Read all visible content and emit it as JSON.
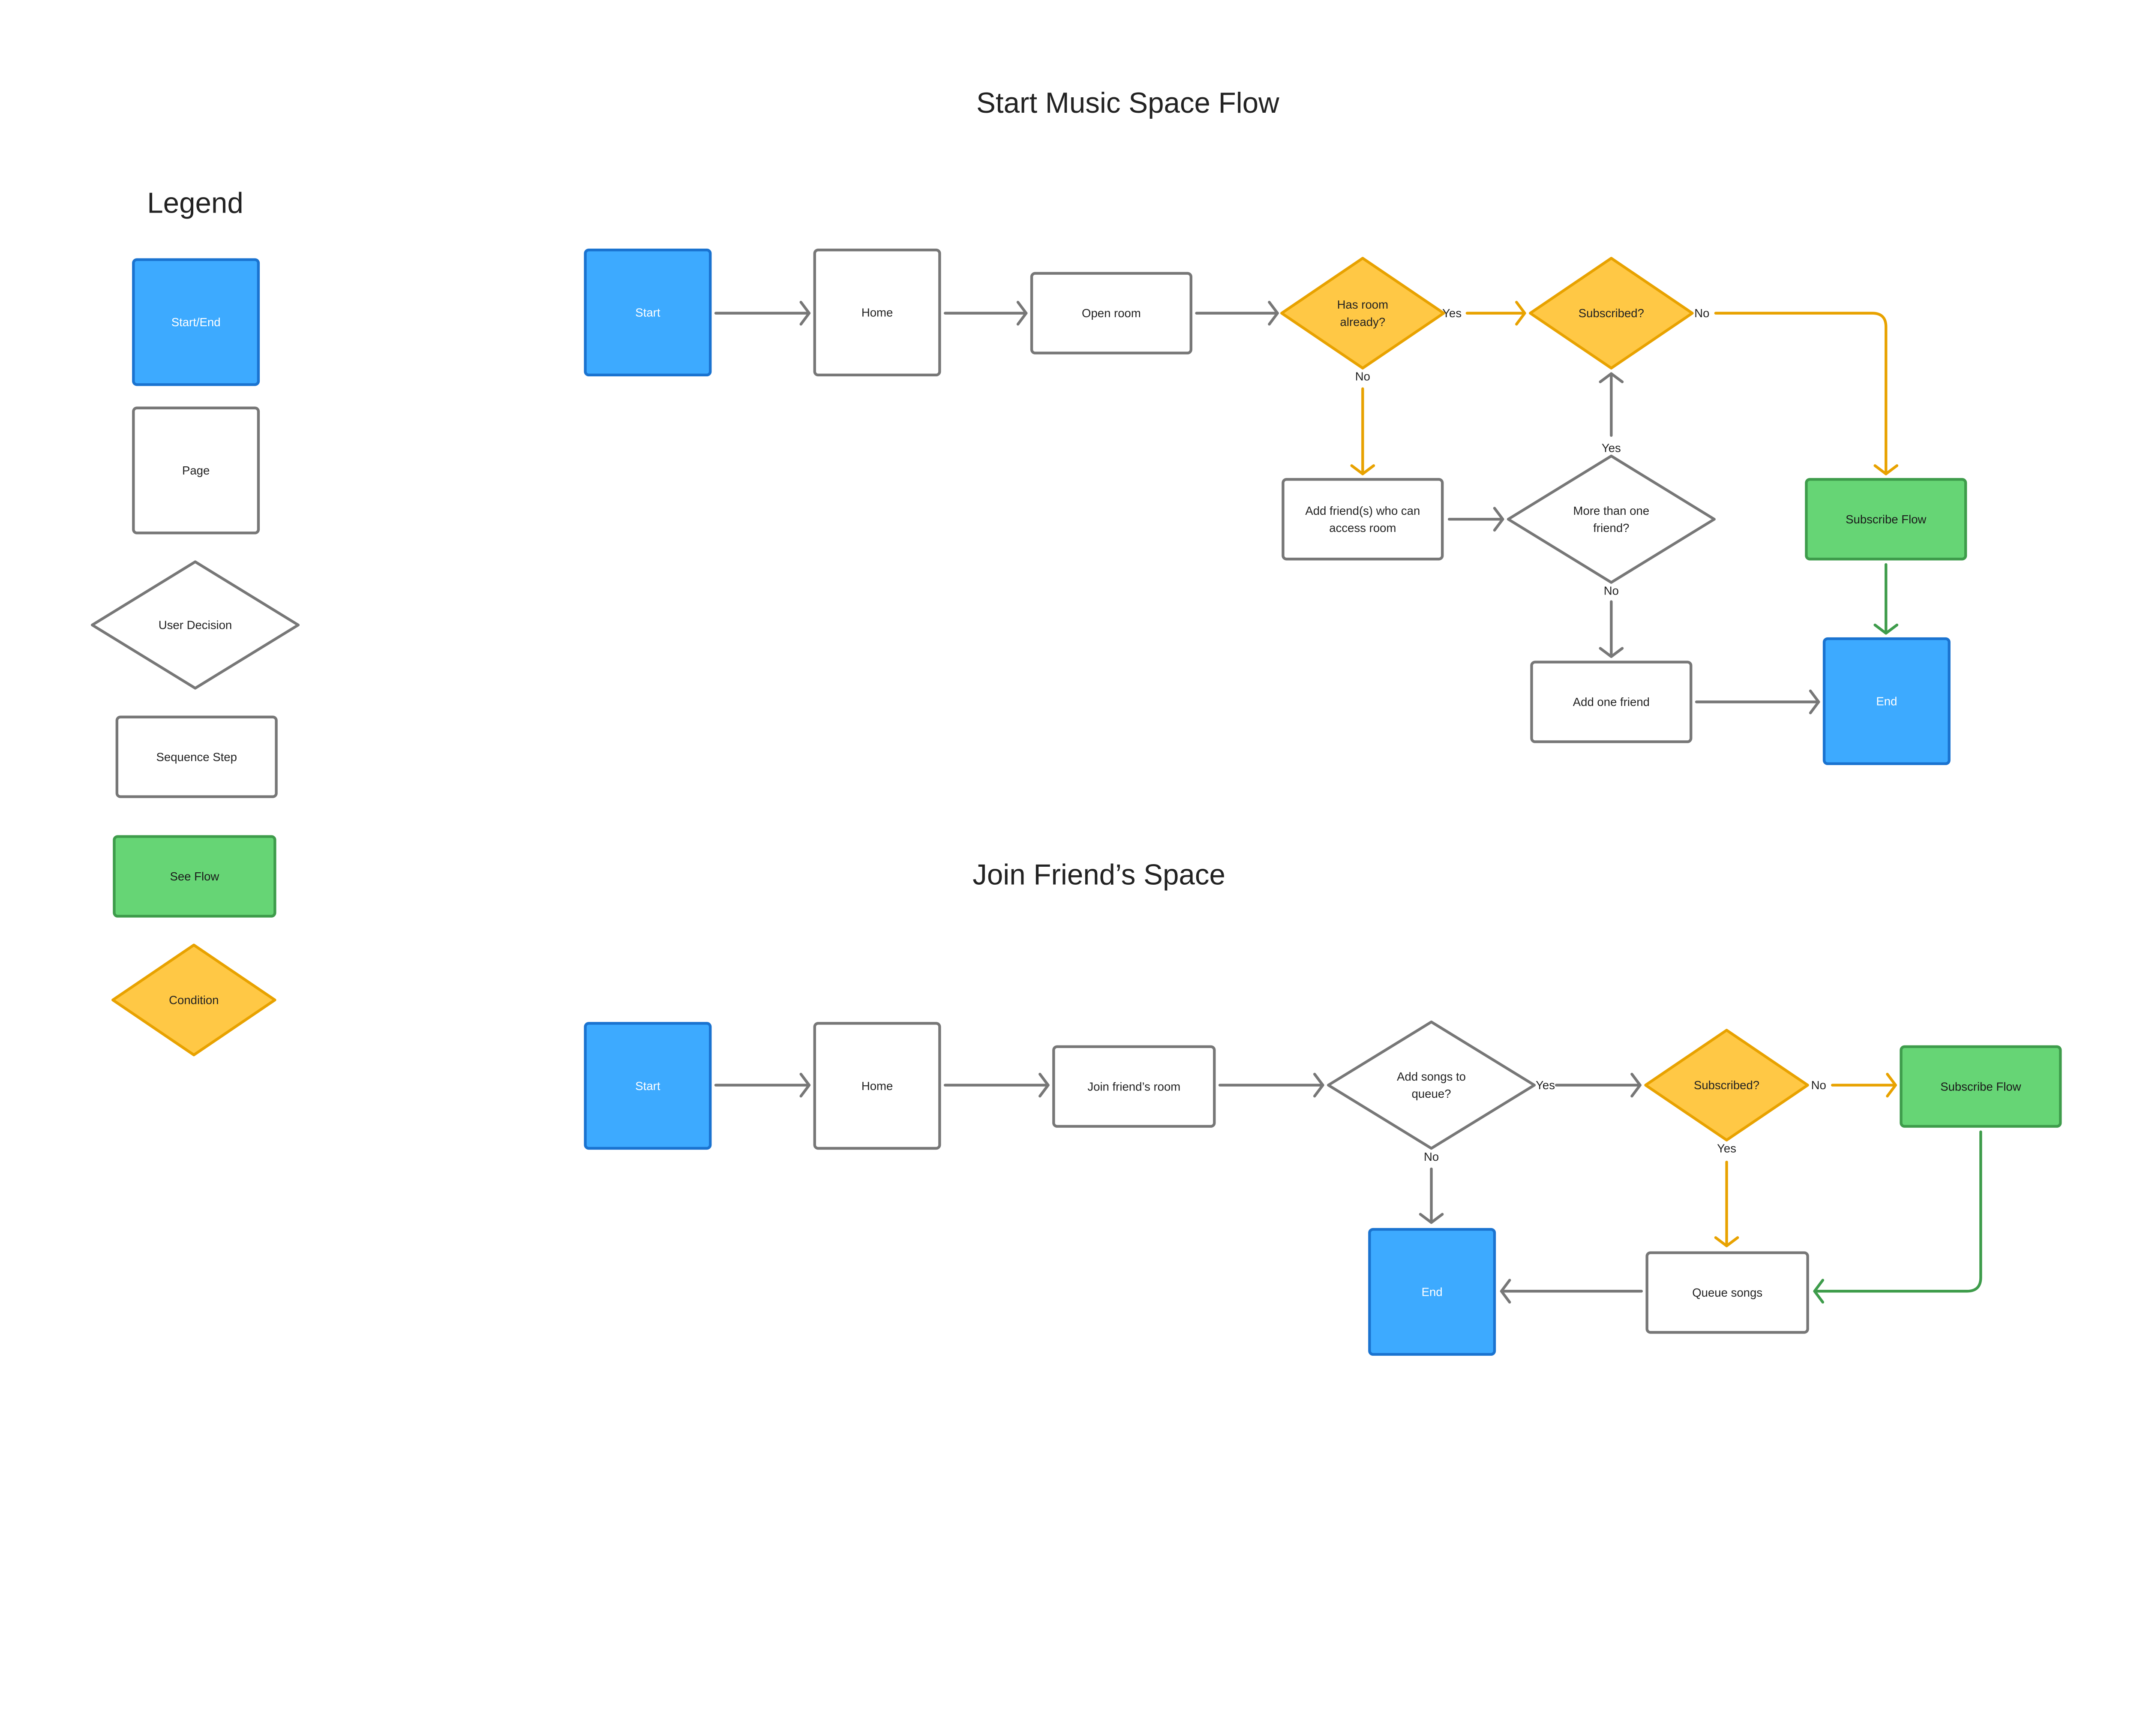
{
  "colors": {
    "start_end_fill": "#3DAAFF",
    "start_end_stroke": "#1A73D0",
    "page_fill": "#FFFFFF",
    "page_stroke": "#777777",
    "condition_fill": "#FFC845",
    "condition_stroke": "#E8A200",
    "flow_fill": "#66D575",
    "flow_stroke": "#3E9C4B",
    "edge_gray": "#777777",
    "edge_yellow": "#E8A200",
    "edge_green": "#3E9C4B"
  },
  "legend": {
    "title": "Legend",
    "items": [
      {
        "id": "lg_start",
        "kind": "start_end",
        "lines": [
          "Start/End"
        ]
      },
      {
        "id": "lg_page",
        "kind": "page",
        "lines": [
          "Page"
        ]
      },
      {
        "id": "lg_decision",
        "kind": "decision",
        "lines": [
          "User Decision"
        ]
      },
      {
        "id": "lg_step",
        "kind": "page",
        "lines": [
          "Sequence Step"
        ]
      },
      {
        "id": "lg_flow",
        "kind": "flow",
        "lines": [
          "See Flow"
        ]
      },
      {
        "id": "lg_cond",
        "kind": "condition",
        "lines": [
          "Condition"
        ]
      }
    ]
  },
  "flows": [
    {
      "title": "Start Music Space Flow",
      "nodes": [
        {
          "id": "f1_start",
          "kind": "start_end",
          "lines": [
            "Start"
          ]
        },
        {
          "id": "f1_home",
          "kind": "page",
          "lines": [
            "Home"
          ]
        },
        {
          "id": "f1_open",
          "kind": "page",
          "lines": [
            "Open room"
          ]
        },
        {
          "id": "f1_hasroom",
          "kind": "condition",
          "lines": [
            "Has room",
            "already?"
          ]
        },
        {
          "id": "f1_sub",
          "kind": "condition",
          "lines": [
            "Subscribed?"
          ]
        },
        {
          "id": "f1_addfriends",
          "kind": "page",
          "lines": [
            "Add friend(s) who can",
            "access room"
          ]
        },
        {
          "id": "f1_more",
          "kind": "decision",
          "lines": [
            "More than one",
            "friend?"
          ]
        },
        {
          "id": "f1_subflow",
          "kind": "flow",
          "lines": [
            "Subscribe Flow"
          ]
        },
        {
          "id": "f1_addone",
          "kind": "page",
          "lines": [
            "Add one friend"
          ]
        },
        {
          "id": "f1_end",
          "kind": "start_end",
          "lines": [
            "End"
          ]
        }
      ],
      "edges": [
        {
          "id": "f1_e1",
          "color": "gray",
          "label": ""
        },
        {
          "id": "f1_e2",
          "color": "gray",
          "label": ""
        },
        {
          "id": "f1_e3",
          "color": "gray",
          "label": ""
        },
        {
          "id": "f1_e4",
          "color": "yellow",
          "label": "Yes"
        },
        {
          "id": "f1_e5",
          "color": "yellow",
          "label": "No"
        },
        {
          "id": "f1_e6",
          "color": "yellow",
          "label": "No"
        },
        {
          "id": "f1_e7",
          "color": "gray",
          "label": ""
        },
        {
          "id": "f1_e8",
          "color": "gray",
          "label": "Yes"
        },
        {
          "id": "f1_e9",
          "color": "gray",
          "label": "No"
        },
        {
          "id": "f1_e10",
          "color": "gray",
          "label": ""
        },
        {
          "id": "f1_e11",
          "color": "green",
          "label": ""
        }
      ]
    },
    {
      "title": "Join Friend’s Space",
      "nodes": [
        {
          "id": "f2_start",
          "kind": "start_end",
          "lines": [
            "Start"
          ]
        },
        {
          "id": "f2_home",
          "kind": "page",
          "lines": [
            "Home"
          ]
        },
        {
          "id": "f2_join",
          "kind": "page",
          "lines": [
            "Join friend’s room"
          ]
        },
        {
          "id": "f2_addsongs",
          "kind": "decision",
          "lines": [
            "Add songs to",
            "queue?"
          ]
        },
        {
          "id": "f2_sub",
          "kind": "condition",
          "lines": [
            "Subscribed?"
          ]
        },
        {
          "id": "f2_subflow",
          "kind": "flow",
          "lines": [
            "Subscribe Flow"
          ]
        },
        {
          "id": "f2_end",
          "kind": "start_end",
          "lines": [
            "End"
          ]
        },
        {
          "id": "f2_queue",
          "kind": "page",
          "lines": [
            "Queue songs"
          ]
        }
      ],
      "edges": [
        {
          "id": "f2_e1",
          "color": "gray",
          "label": ""
        },
        {
          "id": "f2_e2",
          "color": "gray",
          "label": ""
        },
        {
          "id": "f2_e3",
          "color": "gray",
          "label": ""
        },
        {
          "id": "f2_e4",
          "color": "gray",
          "label": "Yes"
        },
        {
          "id": "f2_e5",
          "color": "yellow",
          "label": "No"
        },
        {
          "id": "f2_e6",
          "color": "yellow",
          "label": "Yes"
        },
        {
          "id": "f2_e7",
          "color": "gray",
          "label": "No"
        },
        {
          "id": "f2_e8",
          "color": "gray",
          "label": ""
        },
        {
          "id": "f2_e9",
          "color": "green",
          "label": ""
        }
      ]
    }
  ]
}
